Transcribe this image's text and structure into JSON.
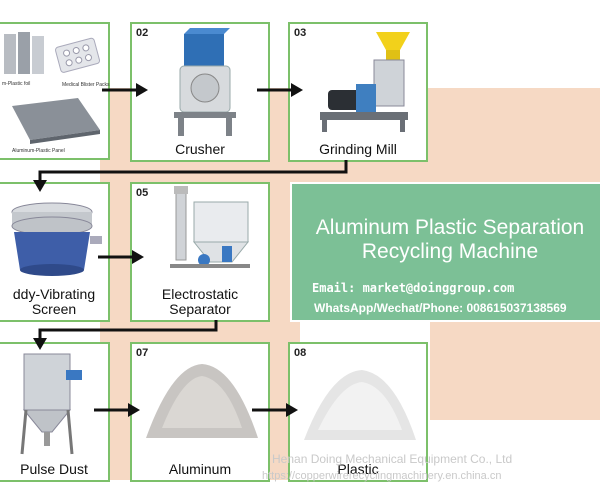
{
  "steps": [
    {
      "num": "",
      "label": "",
      "sublabels": {
        "foil": "m-Plastic foil",
        "blister": "Medical Blister Packs",
        "panel": "Aluminum-Plastic Panel"
      }
    },
    {
      "num": "02",
      "label": "Crusher"
    },
    {
      "num": "03",
      "label": "Grinding Mill"
    },
    {
      "num": "",
      "label": "ddy-Vibrating\nScreen"
    },
    {
      "num": "05",
      "label": "Electrostatic\nSeparator"
    },
    {
      "num": "",
      "label": "Pulse Dust"
    },
    {
      "num": "07",
      "label": "Aluminum"
    },
    {
      "num": "08",
      "label": "Plastic"
    }
  ],
  "title_lines": [
    "Aluminum Plastic Separation",
    "Recycling Machine"
  ],
  "contact": {
    "email": "Email: market@doinggroup.com",
    "phone": "WhatsApp/Wechat/Phone: 008615037138569"
  },
  "watermark": {
    "company": "Henan Doing Mechanical Equipment Co., Ltd",
    "url": "https://copperwirerecyclingmachinery.en.china.cn"
  },
  "colors": {
    "border": "#7cc06a",
    "panel": "#7cc096",
    "peach": "#f6d9c4",
    "arrow": "#111111"
  }
}
